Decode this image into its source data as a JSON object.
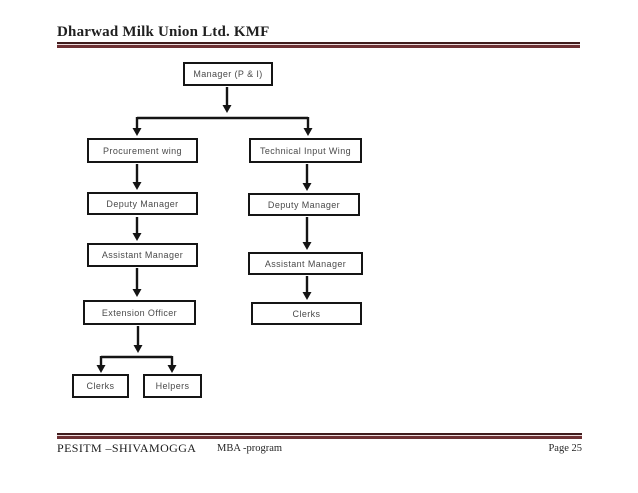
{
  "header": {
    "title": "Dharwad Milk Union Ltd. KMF"
  },
  "org_chart": {
    "nodes": [
      {
        "id": "manager",
        "label": "Manager (P & I)"
      },
      {
        "id": "procurement-wing",
        "label": "Procurement wing"
      },
      {
        "id": "technical-input-wing",
        "label": "Technical Input Wing"
      },
      {
        "id": "deputy-manager-procurement",
        "label": "Deputy Manager"
      },
      {
        "id": "deputy-manager-technical",
        "label": "Deputy Manager"
      },
      {
        "id": "assistant-manager-procurement",
        "label": "Assistant Manager"
      },
      {
        "id": "assistant-manager-technical",
        "label": "Assistant Manager"
      },
      {
        "id": "extension-officer",
        "label": "Extension Officer"
      },
      {
        "id": "clerks-technical",
        "label": "Clerks"
      },
      {
        "id": "clerks-procurement",
        "label": "Clerks"
      },
      {
        "id": "helpers",
        "label": "Helpers"
      }
    ],
    "edges": [
      [
        "manager",
        "procurement-wing"
      ],
      [
        "manager",
        "technical-input-wing"
      ],
      [
        "procurement-wing",
        "deputy-manager-procurement"
      ],
      [
        "deputy-manager-procurement",
        "assistant-manager-procurement"
      ],
      [
        "assistant-manager-procurement",
        "extension-officer"
      ],
      [
        "extension-officer",
        "clerks-procurement"
      ],
      [
        "extension-officer",
        "helpers"
      ],
      [
        "technical-input-wing",
        "deputy-manager-technical"
      ],
      [
        "deputy-manager-technical",
        "assistant-manager-technical"
      ],
      [
        "assistant-manager-technical",
        "clerks-technical"
      ]
    ]
  },
  "footer": {
    "institution": "PESITM –SHIVAMOGGA",
    "program": "MBA -program",
    "page_number": "Page 25"
  },
  "colors": {
    "rule_dark": "#3f1c1d",
    "rule_main": "#6d3134",
    "box_border": "#151515",
    "box_text": "#4a4a4a"
  }
}
